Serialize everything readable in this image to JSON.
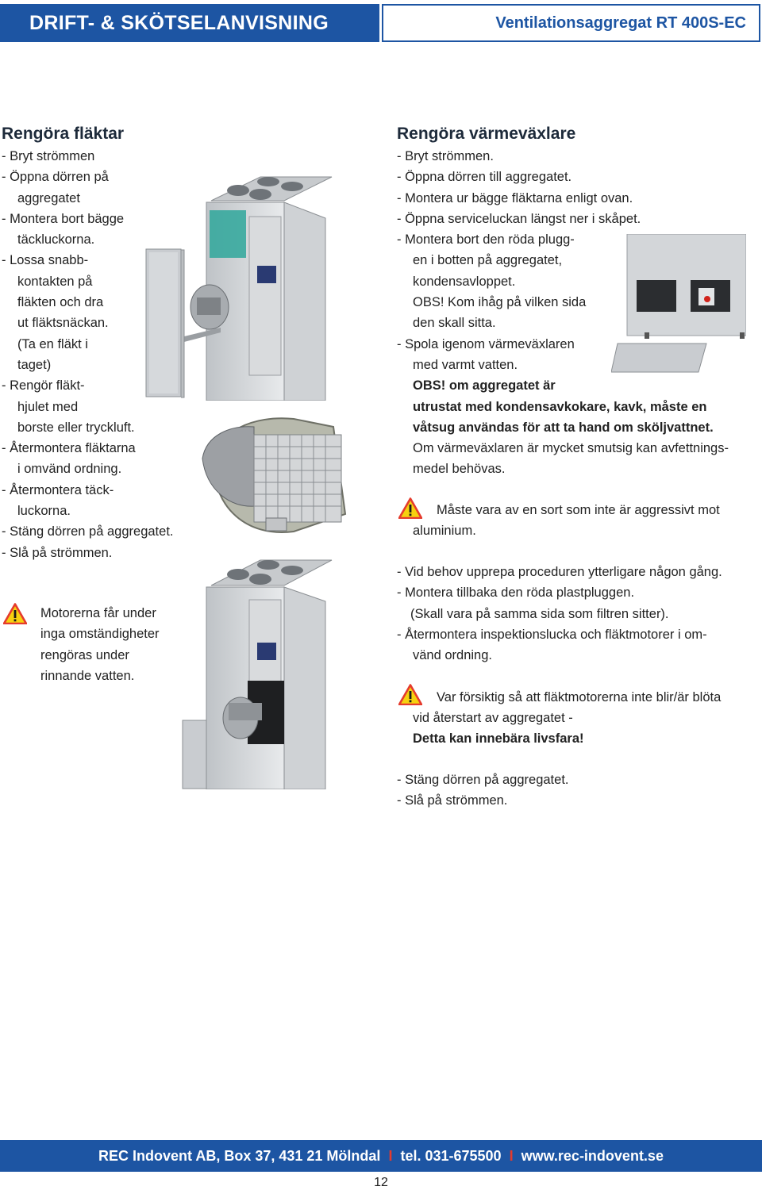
{
  "header": {
    "left_title": "DRIFT- & SKÖTSELANVISNING",
    "right_title": "Ventilationsaggregat RT 400S-EC"
  },
  "left": {
    "title": "Rengöra fläktar",
    "lines": [
      "- Bryt strömmen",
      "- Öppna dörren på",
      "aggregatet",
      "- Montera bort bägge",
      "täckluckorna.",
      "- Lossa snabb-",
      "kontakten på",
      "fläkten och dra",
      "ut fläktsnäckan.",
      "(Ta en fläkt i",
      "taget)",
      "- Rengör fläkt-",
      "hjulet med",
      "borste eller tryckluft.",
      "- Återmontera fläktarna",
      "i omvänd ordning.",
      "- Återmontera täck-",
      "luckorna.",
      "- Stäng dörren på aggregatet.",
      "- Slå på strömmen."
    ],
    "warning_lines": [
      "Motorerna får under",
      "inga omständigheter",
      "rengöras under",
      "rinnande vatten."
    ]
  },
  "right": {
    "title": "Rengöra värmeväxlare",
    "lines": [
      "- Bryt strömmen.",
      "- Öppna dörren till aggregatet.",
      "- Montera ur bägge fläktarna enligt ovan.",
      "- Öppna serviceluckan längst ner i skåpet.",
      "- Montera bort den röda plugg-",
      "en i botten på aggregatet,",
      "kondensavloppet.",
      "OBS! Kom ihåg på vilken sida",
      "den skall sitta.",
      "- Spola igenom värmeväxlaren",
      "med varmt vatten."
    ],
    "bold_lines": [
      "OBS! om aggregatet är",
      "utrustat med kondensavkokare, kavk, måste en",
      "våtsug användas för att ta hand om sköljvattnet."
    ],
    "after_bold": [
      "Om värmeväxlaren är mycket smutsig kan avfettnings-",
      "medel behövas."
    ],
    "warning1_line1": "Måste vara av en sort som inte är aggressivt mot",
    "warning1_line2": "aluminium.",
    "mid_lines": [
      "- Vid behov upprepa proceduren ytterligare någon gång.",
      "- Montera tillbaka den röda plastpluggen.",
      "(Skall vara på samma sida som filtren sitter).",
      "- Återmontera inspektionslucka och fläktmotorer i om-",
      "vänd ordning."
    ],
    "warning2_line1": "Var försiktig så att fläktmotorerna inte blir/är blöta",
    "warning2_line2": "vid återstart av aggregatet -",
    "warning2_bold": "Detta kan innebära livsfara!",
    "end_lines": [
      "- Stäng dörren på aggregatet.",
      "- Slå på strömmen."
    ]
  },
  "footer": {
    "company": "REC Indovent AB, Box 37, 431 21 Mölndal",
    "separator": "I",
    "phone": "tel. 031-675500",
    "web": "www.rec-indovent.se",
    "page_number": "12"
  },
  "colors": {
    "brand_blue": "#1d55a3",
    "warning_red": "#e53b2d",
    "warning_yellow": "#f6d10f"
  }
}
